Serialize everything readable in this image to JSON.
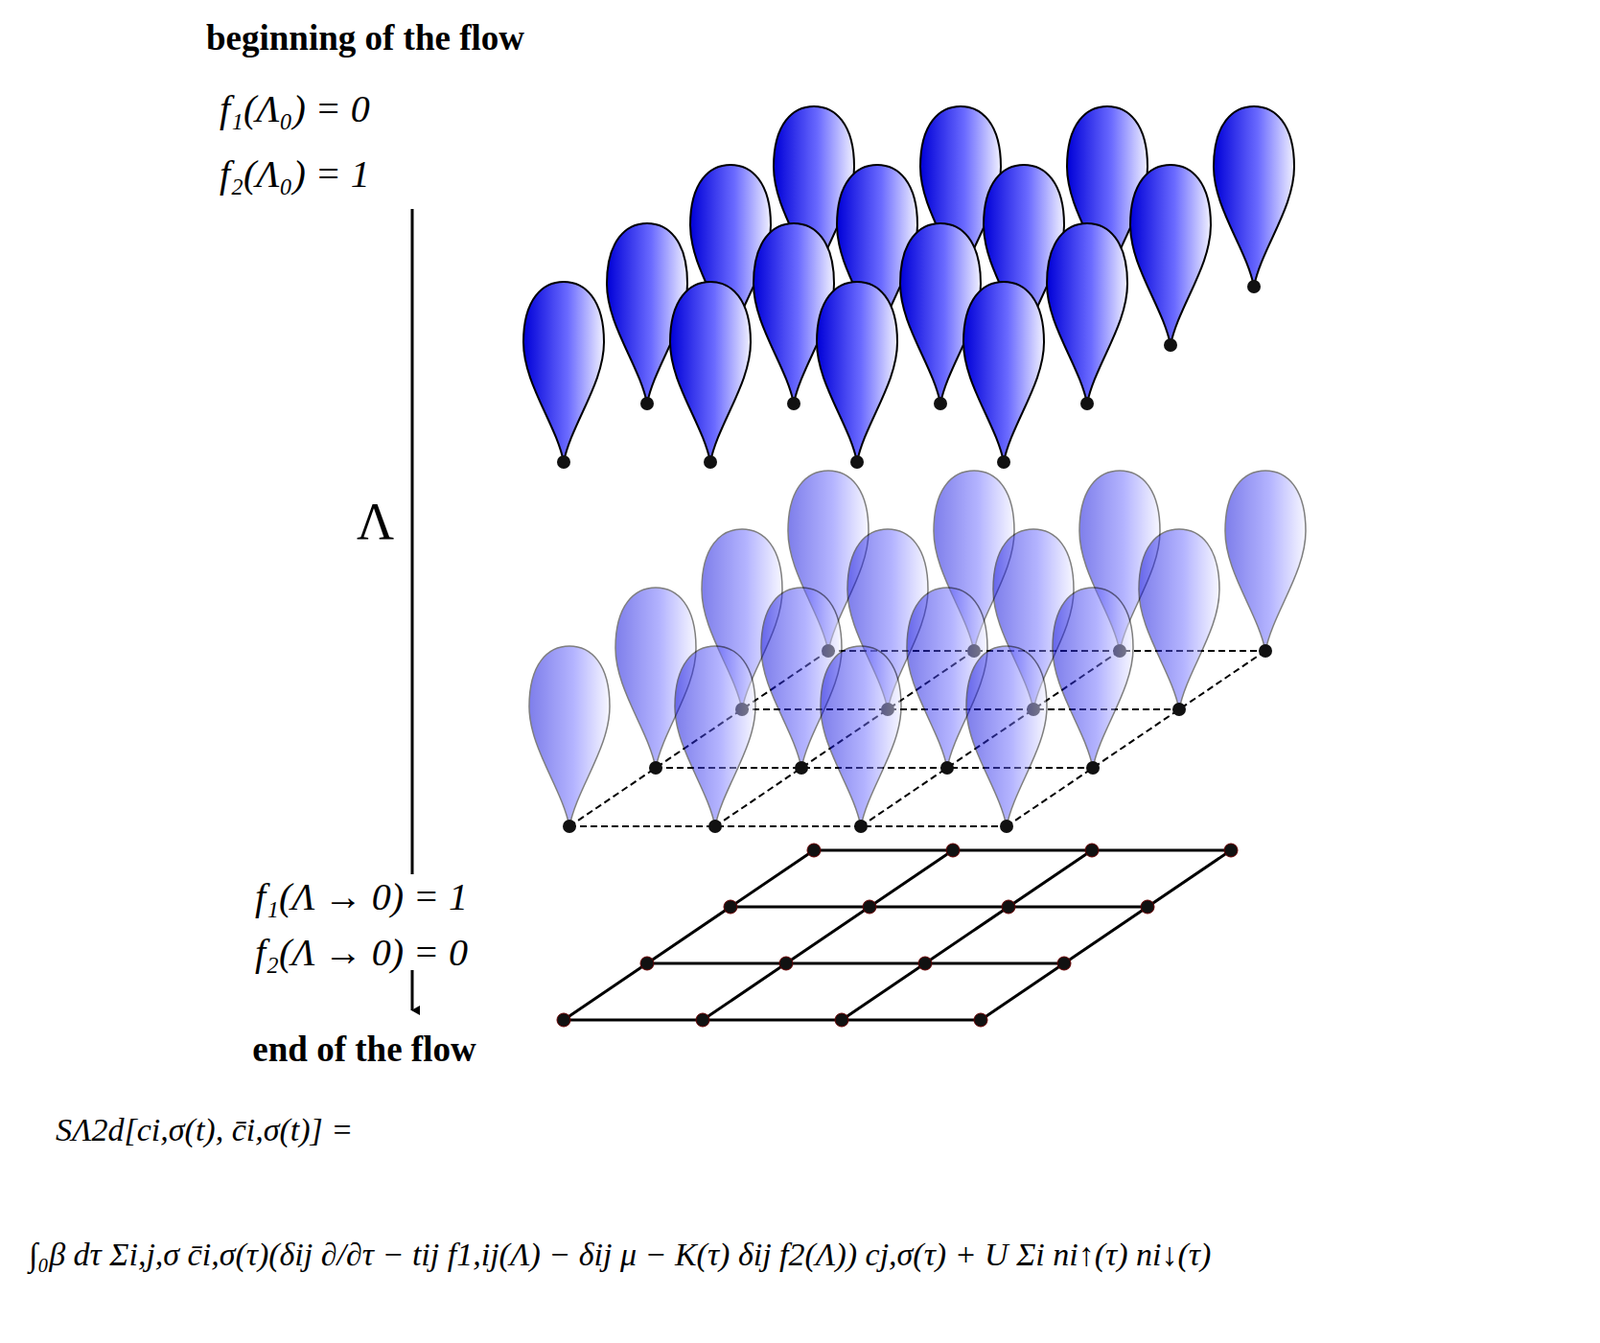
{
  "diagram": {
    "labels": [
      "beginning of the flow",
      "f₁(Λ₀) = 0",
      "f₂(Λ₀) = 1",
      "Λ",
      "f₁(Λ → 0) = 1",
      "f₂(Λ → 0) = 0",
      "end of the flow",
      "SΛ2d[ci,σ(t), c̄i,σ(t)] =",
      "∫₀β dτ Σi,j,σ c̄i,σ(τ)(δij ∂/∂τ − tij f1,ij(Λ) − δij μ − K(τ) δij f2(Λ)) cj,σ(τ) + U Σi ni↑(τ) ni↓(τ)"
    ]
  }
}
